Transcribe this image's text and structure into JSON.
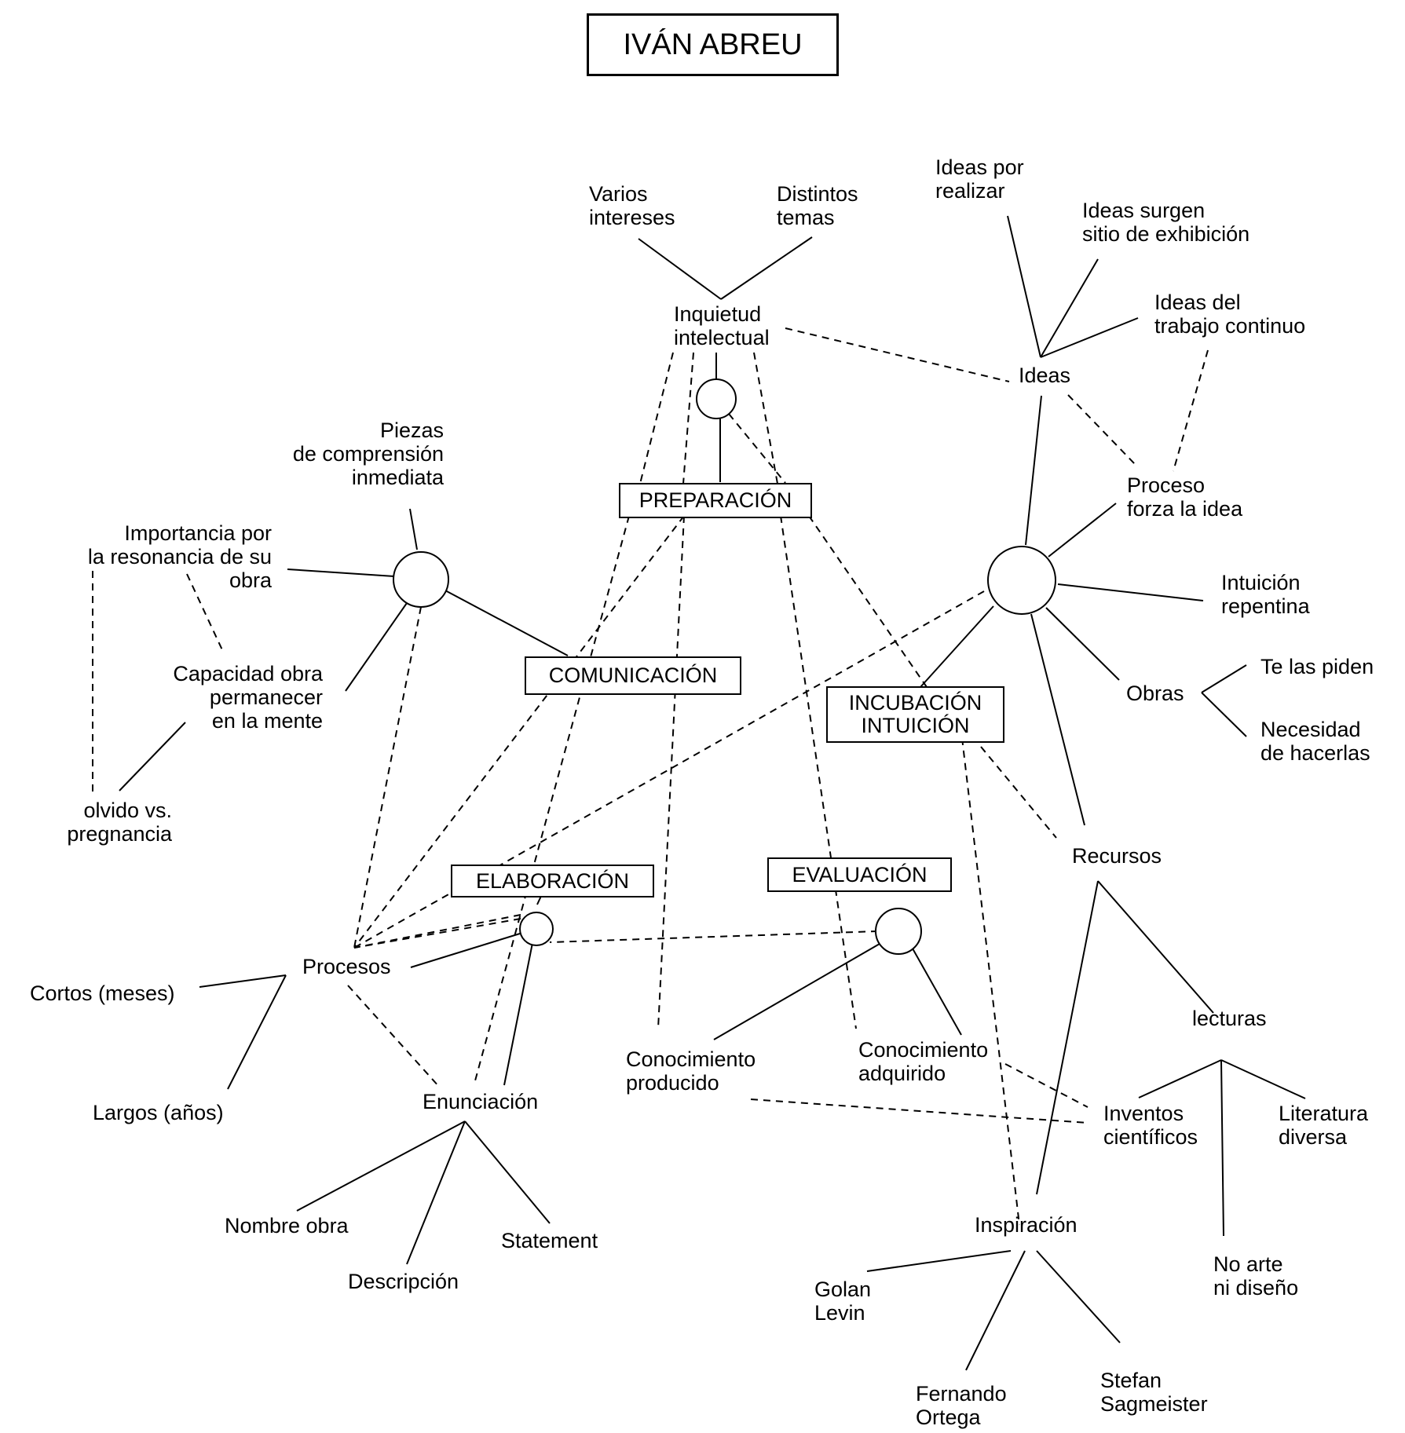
{
  "title": "IVÁN ABREU",
  "stages": {
    "preparacion": "PREPARACIÓN",
    "comunicacion": "COMUNICACIÓN",
    "incubacion": "INCUBACIÓN\nINTUICIÓN",
    "elaboracion": "ELABORACIÓN",
    "evaluacion": "EVALUACIÓN"
  },
  "nodes": {
    "varios_intereses": "Varios\nintereses",
    "distintos_temas": "Distintos\ntemas",
    "inquietud": "Inquietud\nintelectual",
    "ideas_por_realizar": "Ideas por\nrealizar",
    "ideas_surgen": "Ideas surgen\nsitio de exhibición",
    "ideas_del_trabajo": "Ideas del\ntrabajo continuo",
    "ideas": "Ideas",
    "proceso_forza": "Proceso\nforza la idea",
    "intuicion_repentina": "Intuición\nrepentina",
    "obras": "Obras",
    "te_las_piden": "Te las piden",
    "necesidad": "Necesidad\nde hacerlas",
    "recursos": "Recursos",
    "lecturas": "lecturas",
    "inventos": "Inventos\ncientíficos",
    "literatura": "Literatura\ndiversa",
    "no_arte": "No arte\nni diseño",
    "inspiracion": "Inspiración",
    "golan": "Golan\nLevin",
    "fernando": "Fernando\nOrtega",
    "stefan": "Stefan\nSagmeister",
    "piezas": "Piezas\nde comprensión\ninmediata",
    "importancia": "Importancia por\nla resonancia de su\nobra",
    "capacidad": "Capacidad obra\npermanecer\nen la mente",
    "olvido": "olvido vs.\npregnancia",
    "procesos": "Procesos",
    "cortos": "Cortos (meses)",
    "largos": "Largos (años)",
    "enunciacion": "Enunciación",
    "nombre_obra": "Nombre obra",
    "descripcion": "Descripción",
    "statement": "Statement",
    "conocimiento_producido": "Conocimiento\nproducido",
    "conocimiento_adquirido": "Conocimiento\nadquirido"
  }
}
